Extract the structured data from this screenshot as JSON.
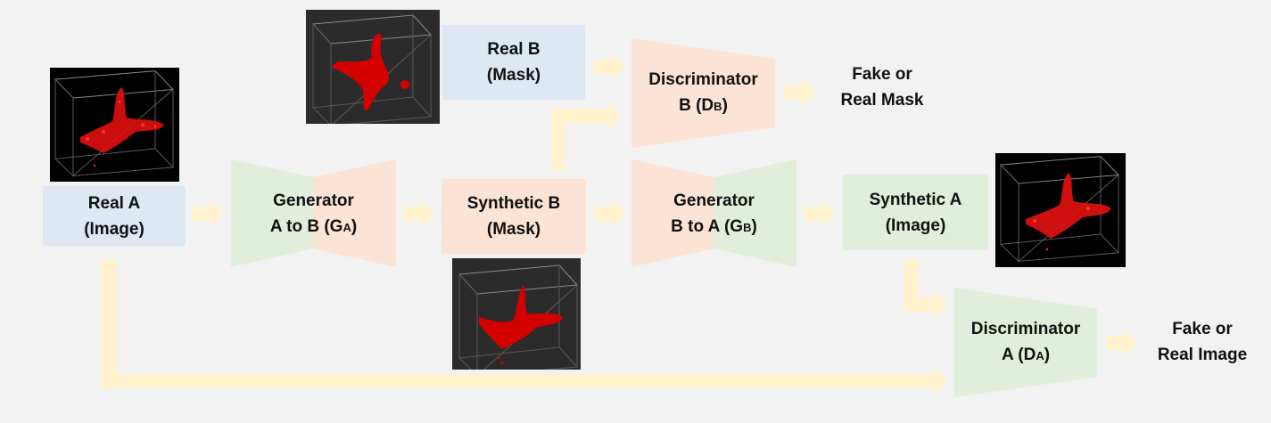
{
  "colors": {
    "background": "#f2f2f2",
    "real_box": "#dde8f3",
    "mask_box": "#fbe3d5",
    "image_box": "#e1eedb",
    "arrow": "#fff2cc",
    "vessel": "#e00000"
  },
  "nodes": {
    "real_a": {
      "line1": "Real A",
      "line2": "(Image)"
    },
    "real_b": {
      "line1": "Real B",
      "line2": "(Mask)"
    },
    "synthetic_b": {
      "line1": "Synthetic B",
      "line2": "(Mask)"
    },
    "synthetic_a": {
      "line1": "Synthetic A",
      "line2": "(Image)"
    },
    "generator_ab": {
      "line1": "Generator",
      "line2_prefix": "A to B (G",
      "line2_sub": "A",
      "line2_suffix": ")"
    },
    "generator_ba": {
      "line1": "Generator",
      "line2_prefix": "B to A (G",
      "line2_sub": "B",
      "line2_suffix": ")"
    },
    "discriminator_b": {
      "line1": "Discriminator",
      "line2_prefix": "B (D",
      "line2_sub": "B",
      "line2_suffix": ")"
    },
    "discriminator_a": {
      "line1": "Discriminator",
      "line2_prefix": "A (D",
      "line2_sub": "A",
      "line2_suffix": ")"
    }
  },
  "outputs": {
    "mask": {
      "line1": "Fake or",
      "line2": "Real Mask"
    },
    "image": {
      "line1": "Fake or",
      "line2": "Real Image"
    }
  },
  "thumbnails": [
    {
      "name": "real-a-volume-render",
      "background": "dark",
      "content": "red vessel point cloud"
    },
    {
      "name": "real-b-mask-render",
      "background": "dark",
      "content": "red vessel mask"
    },
    {
      "name": "synthetic-b-mask-render",
      "background": "dark",
      "content": "red vessel mask"
    },
    {
      "name": "synthetic-a-volume-render",
      "background": "dark",
      "content": "red vessel point cloud"
    }
  ]
}
